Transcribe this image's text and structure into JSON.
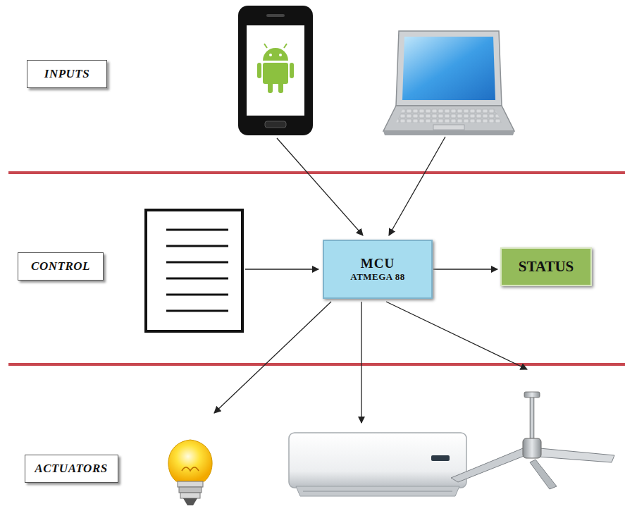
{
  "diagram": {
    "nodes": [
      {
        "text": [
          "INPUTS"
        ]
      },
      {
        "text": [
          "CONTROL"
        ]
      },
      {
        "text": [
          "MCU",
          "ATMEGA 88"
        ]
      },
      {
        "text": [
          "STATUS"
        ]
      },
      {
        "text": [
          "ACTUATORS"
        ]
      }
    ],
    "edges": [
      {
        "from": 2,
        "to": 3,
        "arrow": "to"
      }
    ]
  }
}
